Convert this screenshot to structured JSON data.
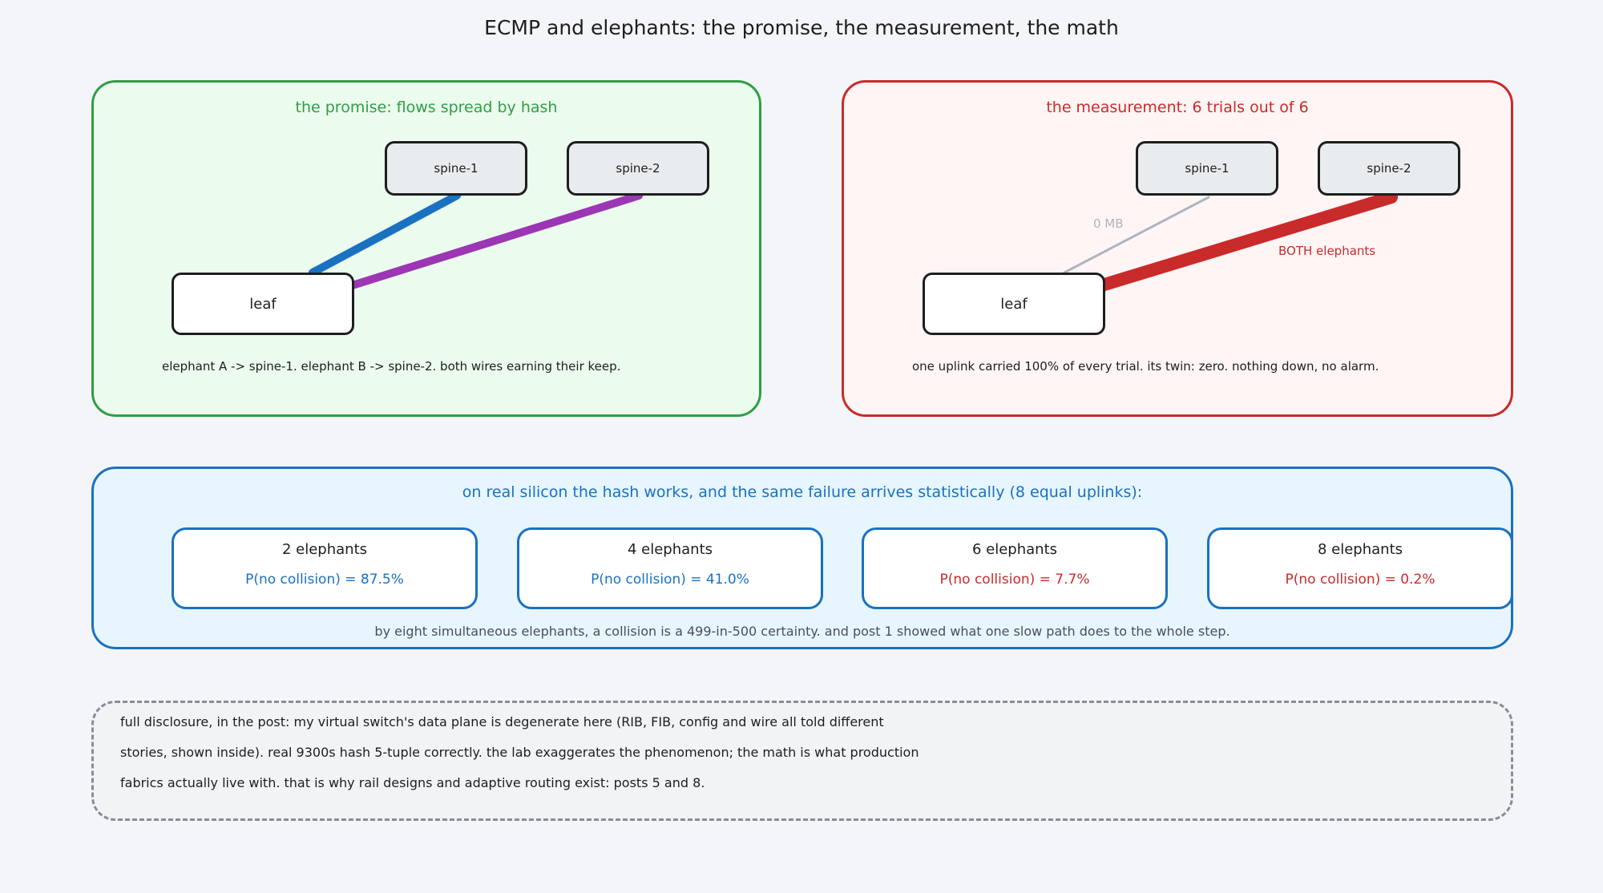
{
  "title": "ECMP and elephants: the promise, the measurement, the math",
  "colors": {
    "green_border": "#2f9e44",
    "green_fill": "#ebfbee",
    "red_border": "#c92a2a",
    "red_fill": "#fff5f5",
    "blue_border": "#1971c2",
    "blue_fill": "#e7f5ff",
    "wire_blue": "#1971c2",
    "wire_purple": "#9c36b5",
    "wire_red": "#c92a2a",
    "wire_gray": "#adb5bd",
    "good_text": "#1971c2",
    "bad_text": "#c92a2a"
  },
  "promise": {
    "title": "the promise: flows spread by hash",
    "spine1": "spine-1",
    "spine2": "spine-2",
    "leaf": "leaf",
    "caption": "elephant A -> spine-1.   elephant B -> spine-2.   both wires earning their keep."
  },
  "measurement": {
    "title": "the measurement: 6 trials out of 6",
    "spine1": "spine-1",
    "spine2": "spine-2",
    "leaf": "leaf",
    "idle_label": "0 MB",
    "busy_label": "BOTH elephants",
    "caption": "one uplink carried 100% of every trial. its twin: zero. nothing down, no alarm."
  },
  "math": {
    "title": "on real silicon the hash works, and the same failure arrives statistically (8 equal uplinks):",
    "cards": [
      {
        "label": "2 elephants",
        "prob": "P(no collision) = 87.5%",
        "tone": "good"
      },
      {
        "label": "4 elephants",
        "prob": "P(no collision) = 41.0%",
        "tone": "good"
      },
      {
        "label": "6 elephants",
        "prob": "P(no collision) = 7.7%",
        "tone": "bad"
      },
      {
        "label": "8 elephants",
        "prob": "P(no collision) = 0.2%",
        "tone": "bad"
      }
    ],
    "footer": "by eight simultaneous elephants, a collision is a 499-in-500 certainty. and post 1 showed what one slow path does to the whole step."
  },
  "disclosure": {
    "line1": "full disclosure, in the post: my virtual switch's data plane is degenerate here (RIB, FIB, config and wire all told different",
    "line2": "stories, shown inside). real 9300s hash 5-tuple correctly. the lab exaggerates the phenomenon; the math is what production",
    "line3": "fabrics actually live with. that is why rail designs and adaptive routing exist: posts 5 and 8."
  }
}
